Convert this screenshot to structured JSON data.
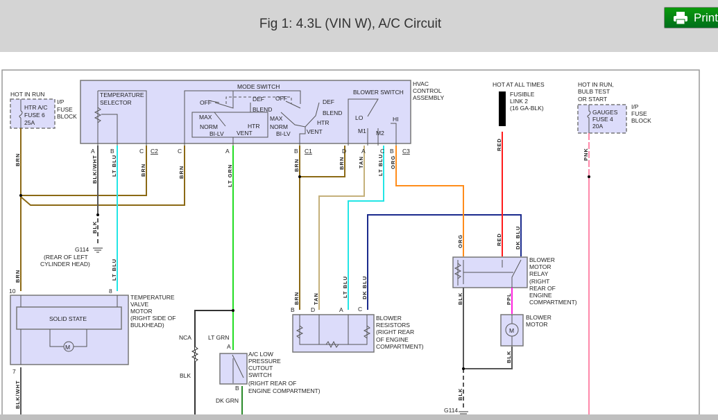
{
  "header": {
    "title": "Fig 1: 4.3L (VIN W), A/C Circuit",
    "print_label": "Print"
  },
  "colors": {
    "brn": "#8b6914",
    "ltblu": "#22e5e5",
    "ltgrn": "#22dd22",
    "dkgrn": "#2a8a2a",
    "tan": "#c4b07a",
    "org": "#ff8c1a",
    "red": "#ff1a1a",
    "dkblu": "#1a2a8c",
    "pnk": "#ff88aa",
    "ppl": "#ff22dd",
    "blk": "#555555",
    "box": "#dcdcfa"
  },
  "labels": {
    "hot_in_run": "HOT IN RUN",
    "htr_fuse_1": "HTR A/C",
    "htr_fuse_2": "FUSE 6",
    "htr_fuse_3": "25A",
    "ip1": "I/P",
    "ip2": "FUSE",
    "ip3": "BLOCK",
    "temp_sel_1": "TEMPERATURE",
    "temp_sel_2": "SELECTOR",
    "mode_switch": "MODE SWITCH",
    "off": "OFF",
    "def": "DEF",
    "blend": "BLEND",
    "max": "MAX",
    "norm": "NORM",
    "htr": "HTR",
    "bilv": "BI-LV",
    "vent": "VENT",
    "blower_switch": "BLOWER SWITCH",
    "lo": "LO",
    "m1": "M1",
    "m2": "M2",
    "hi": "HI",
    "hvac1": "HVAC",
    "hvac2": "CONTROL",
    "hvac3": "ASSEMBLY",
    "pin_a": "A",
    "pin_b": "B",
    "pin_c": "C",
    "pin_d": "D",
    "c1": "C1",
    "c2": "C2",
    "c3": "C3",
    "brn": "BRN",
    "blkwht": "BLK/WHT",
    "ltblu": "LT BLU",
    "ltgrn": "LT GRN",
    "blk": "BLK",
    "tan": "TAN",
    "org": "ORG",
    "dkblu": "DK BLU",
    "red": "RED",
    "pnk": "PNK",
    "ppl": "PPL",
    "dkgrn": "DK GRN",
    "nca": "NCA",
    "g114": "G114",
    "g114_loc1": "(REAR OF LEFT",
    "g114_loc2": "CYLINDER HEAD)",
    "hot_all": "HOT AT ALL TIMES",
    "fl1": "FUSIBLE",
    "fl2": "LINK 2",
    "fl3": "(16 GA-BLK)",
    "hot_run2_1": "HOT IN RUN,",
    "hot_run2_2": "BULB TEST",
    "hot_run2_3": "OR START",
    "gauges1": "GAUGES",
    "gauges2": "FUSE 4",
    "gauges3": "20A",
    "pin10": "10",
    "pin8": "8",
    "pin7": "7",
    "solid_state": "SOLID STATE",
    "m": "M",
    "tvm1": "TEMPERATURE",
    "tvm2": "VALVE",
    "tvm3": "MOTOR",
    "tvm4": "(RIGHT SIDE OF",
    "tvm5": "BULKHEAD)",
    "acl1": "A/C LOW",
    "acl2": "PRESSURE",
    "acl3": "CUTOUT",
    "acl4": "SWITCH",
    "acl5": "(RIGHT REAR OF",
    "acl6": "ENGINE COMPARTMENT)",
    "br1": "BLOWER",
    "br2": "RESISTORS",
    "br3": "(RIGHT REAR",
    "br4": "OF ENGINE",
    "br5": "COMPARTMENT)",
    "bmr1": "BLOWER",
    "bmr2": "MOTOR",
    "bmr3": "RELAY",
    "bmr4": "(RIGHT",
    "bmr5": "REAR OF",
    "bmr6": "ENGINE",
    "bmr7": "COMPARTMENT)",
    "bm1": "BLOWER",
    "bm2": "MOTOR"
  }
}
